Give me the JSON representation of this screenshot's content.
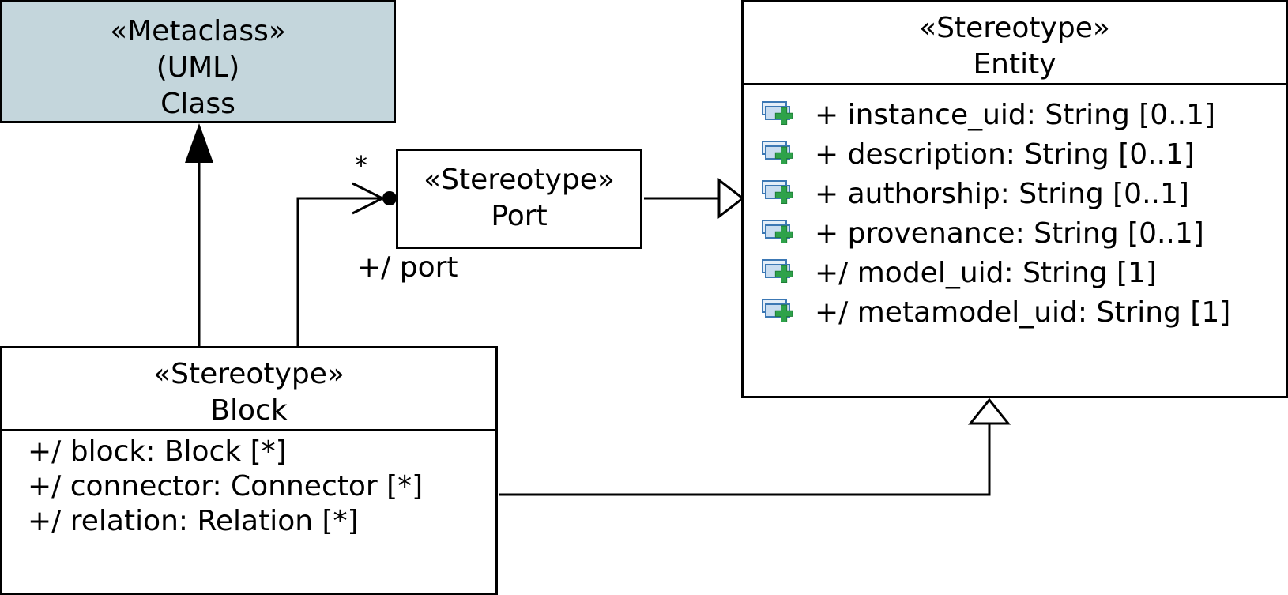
{
  "metaclass": {
    "stereotype": "«Metaclass»",
    "qualifier": "(UML)",
    "name": "Class",
    "fill": "#c4d6dc"
  },
  "port": {
    "stereotype": "«Stereotype»",
    "name": "Port"
  },
  "entity": {
    "stereotype": "«Stereotype»",
    "name": "Entity",
    "attributes": [
      "+ instance_uid: String [0..1]",
      "+ description: String [0..1]",
      "+ authorship: String [0..1]",
      "+ provenance: String [0..1]",
      "+/ model_uid: String [1]",
      "+/ metamodel_uid: String [1]"
    ],
    "attribute_icon": "add-attribute-icon"
  },
  "block": {
    "stereotype": "«Stereotype»",
    "name": "Block",
    "attributes": [
      "+/ block: Block [*]",
      "+/ connector: Connector [*]",
      "+/ relation: Relation [*]"
    ]
  },
  "association": {
    "multiplicity": "*",
    "role": "+/ port"
  }
}
